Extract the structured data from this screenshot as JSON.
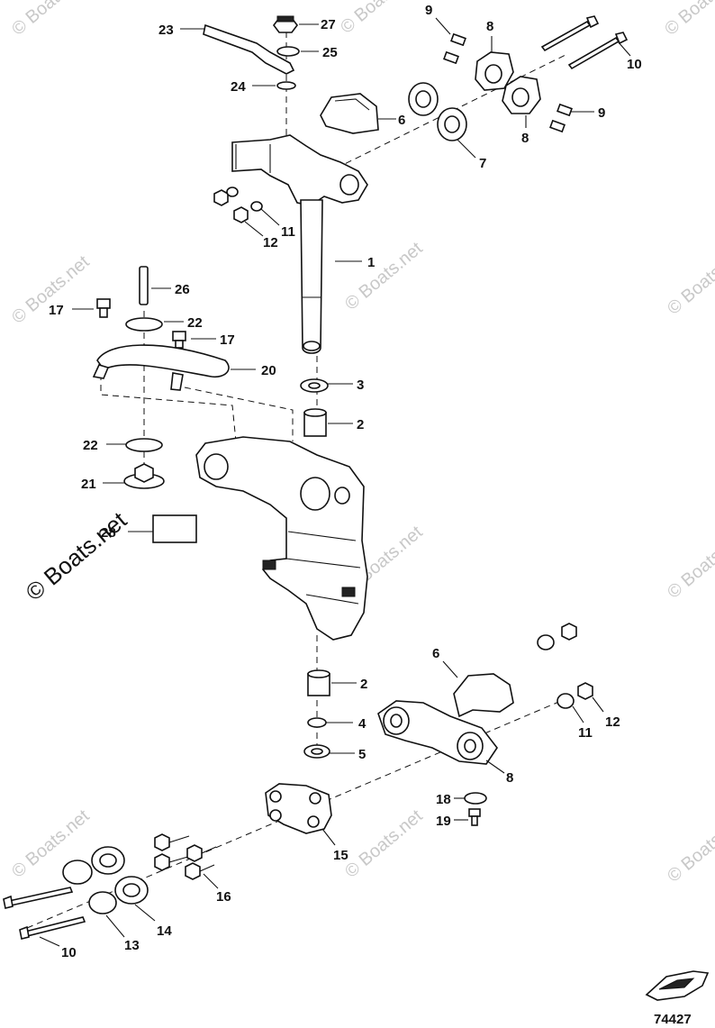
{
  "figure_number": "74427",
  "watermark": {
    "text": "© Boats.net",
    "main_text": "© Boats.net"
  },
  "callouts": {
    "c1": "1",
    "c2a": "2",
    "c2b": "2",
    "c3": "3",
    "c4": "4",
    "c5": "5",
    "c6a": "6",
    "c6b": "6",
    "c7": "7",
    "c8a": "8",
    "c8b": "8",
    "c8c": "8",
    "c9a": "9",
    "c9b": "9",
    "c10a": "10",
    "c10b": "10",
    "c11a": "11",
    "c11b": "11",
    "c12a": "12",
    "c12b": "12",
    "c13": "13",
    "c14": "14",
    "c15": "15",
    "c16": "16",
    "c17a": "17",
    "c17b": "17",
    "c18": "18",
    "c19": "19",
    "c20": "20",
    "c21": "21",
    "c22a": "22",
    "c22b": "22",
    "c23": "23",
    "c24": "24",
    "c25": "25",
    "c26": "26",
    "c27": "27",
    "c28": "28"
  }
}
